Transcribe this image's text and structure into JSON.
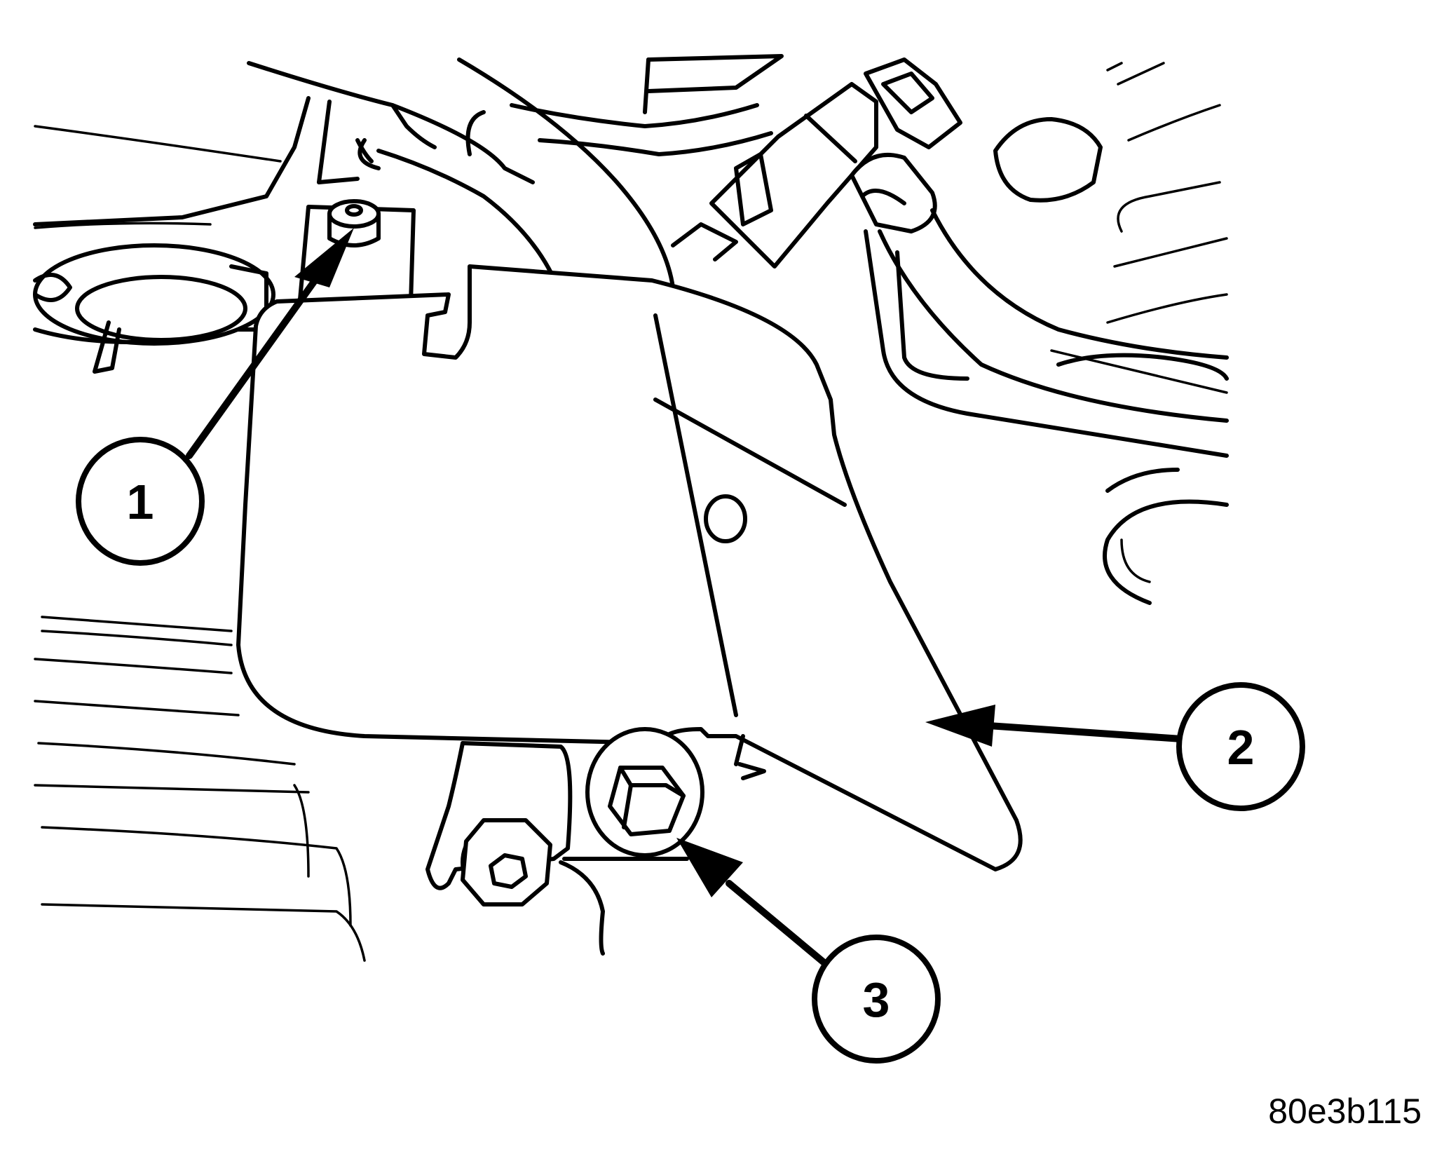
{
  "diagram": {
    "callouts": [
      {
        "id": "callout-1",
        "label": "1"
      },
      {
        "id": "callout-2",
        "label": "2"
      },
      {
        "id": "callout-3",
        "label": "3"
      }
    ],
    "figure_id": "80e3b115"
  }
}
